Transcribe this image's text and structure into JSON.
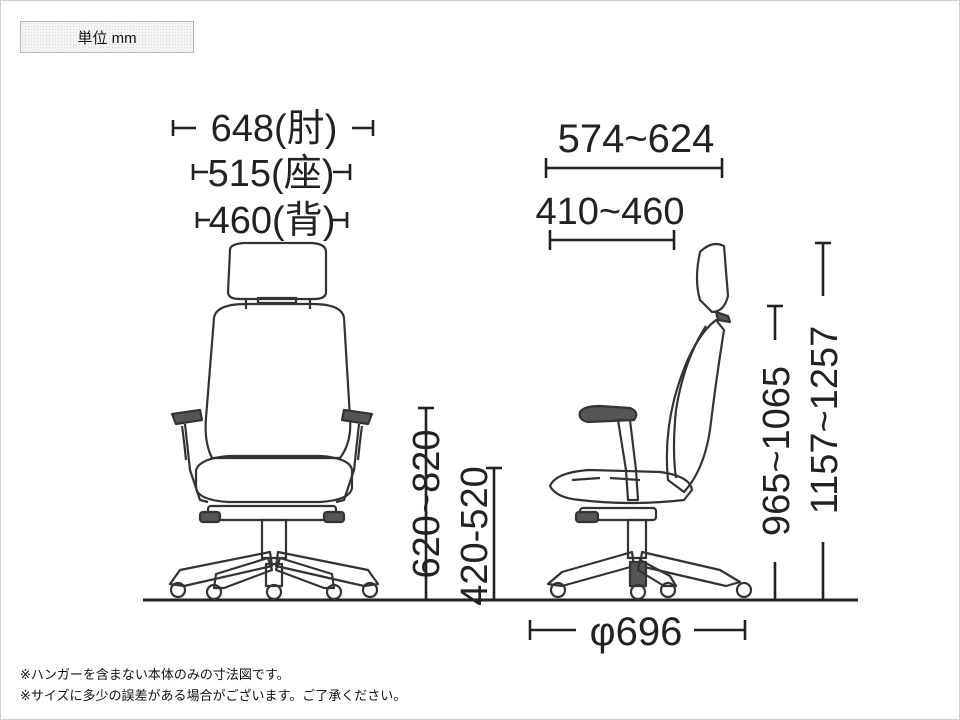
{
  "unit_label": "単位 mm",
  "front_view": {
    "width_armrest": "648(肘)",
    "width_seat": "515(座)",
    "width_back": "460(背)",
    "armrest_height": "620~820",
    "seat_height": "420-520"
  },
  "side_view": {
    "depth_overall": "574~624",
    "depth_seat": "410~460",
    "back_height": "965~1065",
    "overall_height": "1157~1257",
    "base_diameter": "φ696"
  },
  "notes": [
    "※ハンガーを含まない本体のみの寸法図です。",
    "※サイズに多少の誤差がある場合がございます。ご了承ください。"
  ]
}
